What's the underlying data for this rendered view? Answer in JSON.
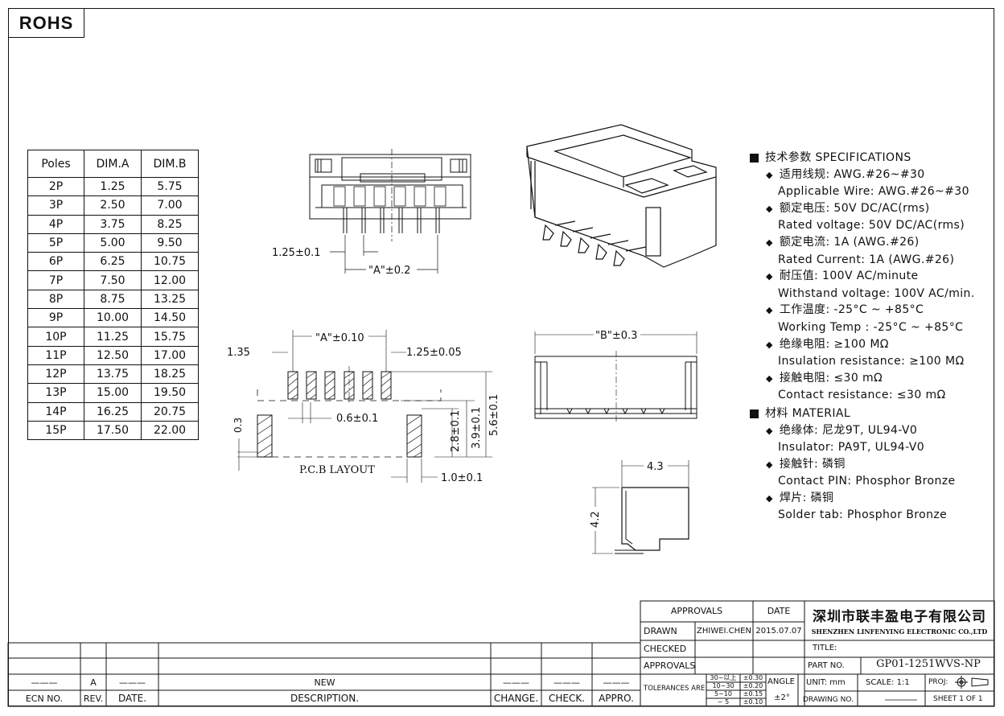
{
  "rohs_label": "ROHS",
  "dim_table": {
    "headers": [
      "Poles",
      "DIM.A",
      "DIM.B"
    ],
    "rows": [
      [
        "2P",
        "1.25",
        "5.75"
      ],
      [
        "3P",
        "2.50",
        "7.00"
      ],
      [
        "4P",
        "3.75",
        "8.25"
      ],
      [
        "5P",
        "5.00",
        "9.50"
      ],
      [
        "6P",
        "6.25",
        "10.75"
      ],
      [
        "7P",
        "7.50",
        "12.00"
      ],
      [
        "8P",
        "8.75",
        "13.25"
      ],
      [
        "9P",
        "10.00",
        "14.50"
      ],
      [
        "10P",
        "11.25",
        "15.75"
      ],
      [
        "11P",
        "12.50",
        "17.00"
      ],
      [
        "12P",
        "13.75",
        "18.25"
      ],
      [
        "13P",
        "15.00",
        "19.50"
      ],
      [
        "14P",
        "16.25",
        "20.75"
      ],
      [
        "15P",
        "17.50",
        "22.00"
      ]
    ]
  },
  "dims": {
    "pitch_top": "1.25±0.1",
    "a_top": "\"A\"±0.2",
    "a_pcb": "\"A\"±0.10",
    "left_135": "1.35",
    "pad_125": "1.25±0.05",
    "pad_06": "0.6±0.1",
    "v_03": "0.3",
    "v_28": "2.8±0.1",
    "v_39": "3.9±0.1",
    "v_56": "5.6±0.1",
    "h_10": "1.0±0.1",
    "pcb_layout": "P.C.B LAYOUT",
    "b_dim": "\"B\"±0.3",
    "side_43": "4.3",
    "side_42": "4.2"
  },
  "specs": {
    "title": "技术参数   SPECIFICATIONS",
    "items": [
      {
        "cn": "适用线规:  AWG.#26~#30",
        "en": "Applicable Wire:  AWG.#26~#30"
      },
      {
        "cn": "额定电压:  50V DC/AC(rms)",
        "en": "Rated voltage: 50V DC/AC(rms)"
      },
      {
        "cn": "额定电流:  1A (AWG.#26)",
        "en": "Rated Current: 1A (AWG.#26)"
      },
      {
        "cn": "耐压值:  100V AC/minute",
        "en": "Withstand voltage: 100V AC/min."
      },
      {
        "cn": "工作温度:  -25°C ~ +85°C",
        "en": "Working Temp : -25°C ~ +85°C"
      },
      {
        "cn": "绝缘电阻:    ≥100 MΩ",
        "en": "Insulation resistance:  ≥100 MΩ"
      },
      {
        "cn": "接触电阻:  ≤30 mΩ",
        "en": "Contact resistance:  ≤30 mΩ"
      }
    ],
    "material_title": "材料   MATERIAL",
    "materials": [
      {
        "cn": "绝缘体:  尼龙9T, UL94-V0",
        "en": "Insulator:  PA9T, UL94-V0"
      },
      {
        "cn": "接触针:   磷铜",
        "en": "Contact PIN:  Phosphor Bronze"
      },
      {
        "cn": "焊片:   磷铜",
        "en": "Solder tab:  Phosphor Bronze"
      }
    ]
  },
  "title_block": {
    "approvals": "APPROVALS",
    "date": "DATE",
    "drawn": "DRAWN",
    "drawn_by": "ZHIWEI.CHEN",
    "drawn_date": "2015.07.07",
    "checked": "CHECKED",
    "approvals2": "APPROVALS",
    "tolerances": "TOLERANCES  ARE",
    "tol_rows": [
      [
        "30~以上",
        "±0.30"
      ],
      [
        "10~30",
        "±0.20"
      ],
      [
        "5~10",
        "±0.15"
      ],
      [
        "~ 5",
        "±0.10"
      ]
    ],
    "angle": "ANGLE",
    "angle_val": "±2°",
    "company_cn": "深圳市联丰盈电子有限公司",
    "company_en": "SHENZHEN LINFENYING ELECTRONIC CO.,LTD",
    "title_label": "TITLE:",
    "part_no_label": "PART  NO.",
    "part_no": "GP01-1251WVS-NP",
    "unit": "UNIT:  mm",
    "scale": "SCALE:   1:1",
    "proj": "PROJ:",
    "drawing_no": "DRAWING  NO.",
    "sheet": "SHEET   1  OF  1"
  },
  "revision_block": {
    "rev": "A",
    "dash1": "———",
    "dash2": "———",
    "dash3": "———",
    "dash4": "———",
    "dash5": "———",
    "dash6": "———",
    "new": "NEW",
    "ecn": "ECN  NO.",
    "rev_label": "REV.",
    "date_label": "DATE.",
    "desc_label": "DESCRIPTION.",
    "change": "CHANGE.",
    "check": "CHECK.",
    "appro": "APPRO."
  }
}
